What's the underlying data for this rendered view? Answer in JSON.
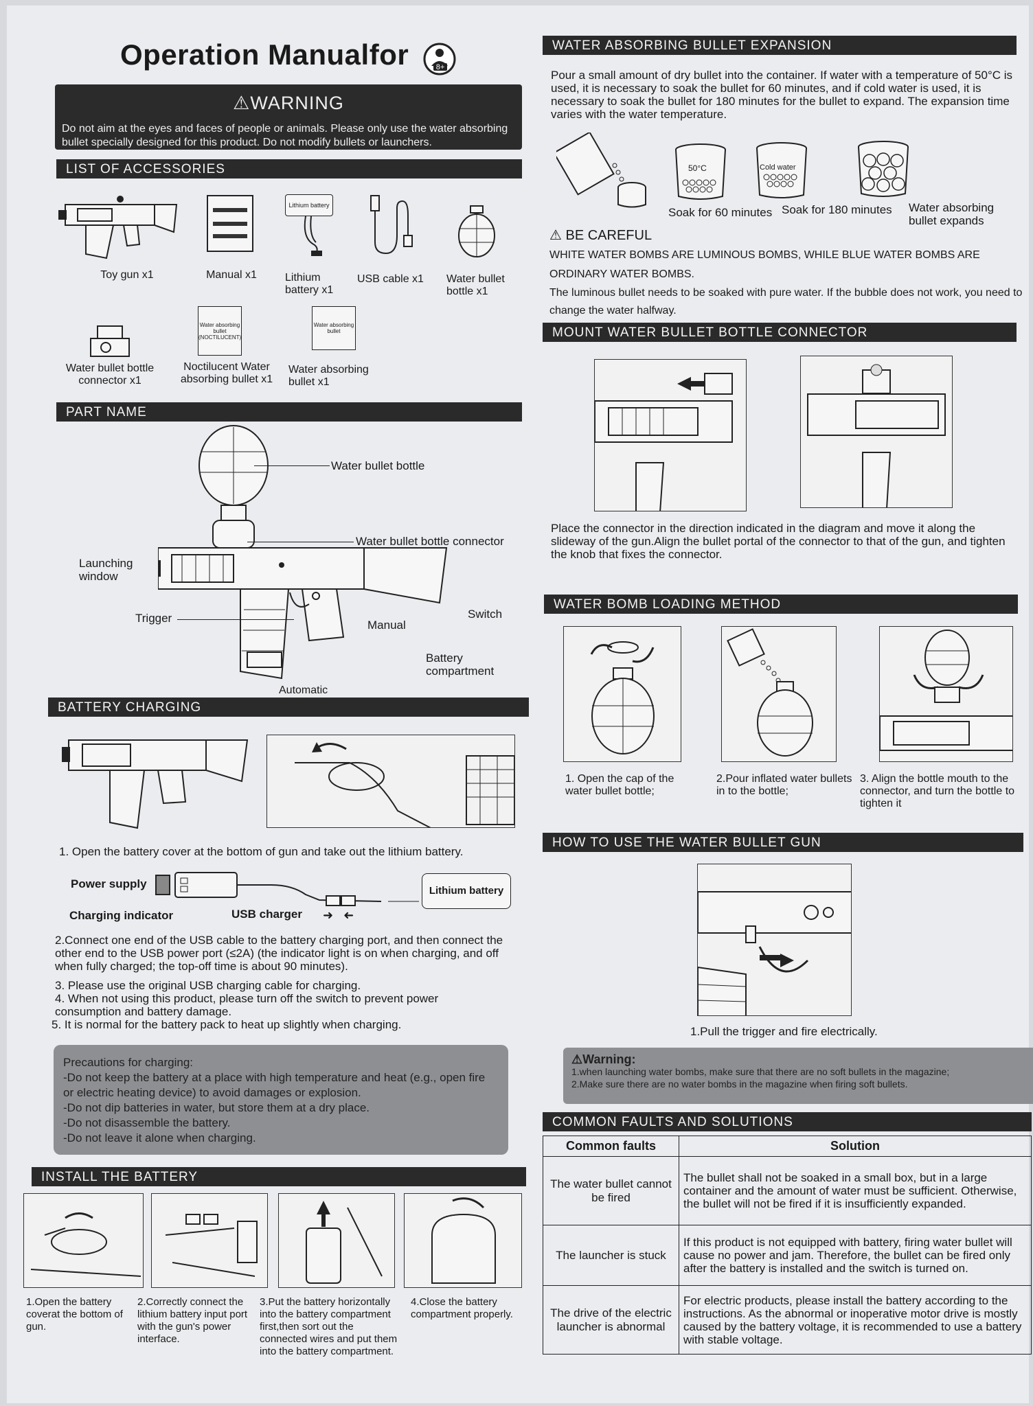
{
  "header": {
    "title": "Operation Manualfor",
    "age_badge": "8+"
  },
  "warning": {
    "title": "WARNING",
    "text": "Do not aim at the eyes and faces of people or animals. Please only use the water absorbing bullet specially designed for this product. Do not modify bullets or launchers."
  },
  "accessories": {
    "heading": "LIST OF ACCESSORIES",
    "items": [
      "Toy gun x1",
      "Manual x1",
      "Lithium battery x1",
      "USB cable x1",
      "Water bullet bottle x1",
      "Water bullet bottle connector x1",
      "Noctilucent Water absorbing bullet x1",
      "Water absorbing bullet x1"
    ],
    "battery_tag": "Lithium battery",
    "pack_label": "Water absorbing bullet",
    "pack_sub": "(NOCTILUCENT)"
  },
  "part_name": {
    "heading": "PART NAME",
    "labels": [
      "Water bullet bottle",
      "Water bullet bottle connector",
      "Launching window",
      "Trigger",
      "Manual",
      "Switch",
      "Battery compartment",
      "Automatic"
    ]
  },
  "battery_charging": {
    "heading": "BATTERY CHARGING",
    "step1": "1. Open the battery cover at the bottom of gun and take out the lithium battery.",
    "power_supply": "Power supply",
    "charging_indicator": "Charging indicator",
    "usb_charger": "USB charger",
    "lithium_battery": "Lithium battery",
    "steps": [
      "2.Connect one end of the USB cable to the battery charging port, and then connect the other end to the USB power port (≤2A) (the indicator light is on when charging, and off when fully charged; the top-off time is about 90 minutes).",
      "3. Please use the original USB charging cable for charging.",
      "4. When not using this product, please turn off the switch to prevent power consumption and battery damage.",
      "5. It is normal for the battery pack to heat up slightly when charging."
    ],
    "precautions": [
      "Precautions for charging:",
      "-Do not keep the battery at a place with high temperature and heat (e.g., open fire or electric heating device) to avoid damages or explosion.",
      "-Do not dip batteries in water, but store them at a dry place.",
      "-Do not disassemble the battery.",
      "-Do not leave it alone when charging."
    ]
  },
  "install_battery": {
    "heading": "INSTALL THE BATTERY",
    "steps": [
      "1.Open the battery coverat the bottom of gun.",
      "2.Correctly connect the lithium battery input port with the gun's power interface.",
      "3.Put the battery horizontally into the battery compartment first,then sort out the connected wires and put them into the battery compartment.",
      "4.Close the battery compartment properly."
    ]
  },
  "expansion": {
    "heading": "WATER ABSORBING BULLET EXPANSION",
    "text": "Pour a small amount of dry bullet into the container. If water with a temperature of 50°C is used, it is necessary to soak the bullet for 60 minutes, and if cold water is used, it is necessary to soak the bullet for 180 minutes for the bullet to expand. The expansion time varies with the water temperature.",
    "temp_label": "50°C",
    "cold_label": "Cold water",
    "captions": [
      "Soak for 60 minutes",
      "Soak for 180 minutes",
      "Water absorbing bullet expands"
    ],
    "careful_title": "BE CAREFUL",
    "careful_lines": [
      "WHITE WATER BOMBS ARE LUMINOUS BOMBS, WHILE BLUE WATER BOMBS ARE ORDINARY WATER BOMBS.",
      "The luminous bullet needs to be soaked with pure water. If the bubble does not work, you need to change the water halfway."
    ]
  },
  "mount": {
    "heading": "MOUNT WATER BULLET BOTTLE CONNECTOR",
    "text": "Place the connector in the direction indicated in the diagram and move it along the slideway of the gun.Align the bullet portal of the connector to that of the gun, and tighten the knob that fixes the connector."
  },
  "loading": {
    "heading": "WATER BOMB LOADING METHOD",
    "steps": [
      "1. Open the cap of the water bullet bottle;",
      "2.Pour inflated water bullets in to the bottle;",
      "3. Align the bottle mouth to the connector, and turn the bottle to tighten it"
    ]
  },
  "howto": {
    "heading": "HOW TO USE THE WATER BULLET GUN",
    "step": "1.Pull the trigger and fire electrically.",
    "warning_title": "Warning:",
    "warning_lines": [
      "1.when launching water bombs, make sure that there are no soft bullets in the magazine;",
      "2.Make sure there are no water bombs in the magazine when firing soft bullets."
    ]
  },
  "faults": {
    "heading": "COMMON FAULTS AND SOLUTIONS",
    "col_fault": "Common faults",
    "col_solution": "Solution",
    "rows": [
      {
        "fault": "The water bullet cannot be fired",
        "solution": "The bullet shall not be soaked in a small box, but in a large container and the amount of water must be sufficient. Otherwise, the bullet will not be fired if it is insufficiently expanded."
      },
      {
        "fault": "The launcher is stuck",
        "solution": "If this product is not equipped with battery, firing water bullet will cause no power and jam. Therefore, the bullet can be fired only after the battery is installed and the switch is turned on."
      },
      {
        "fault": "The drive of the electric launcher is abnormal",
        "solution": "For electric products, please install the battery according to the instructions. As the abnormal or inoperative motor drive is mostly caused by the battery voltage, it is recommended to use a battery with stable voltage."
      }
    ]
  }
}
